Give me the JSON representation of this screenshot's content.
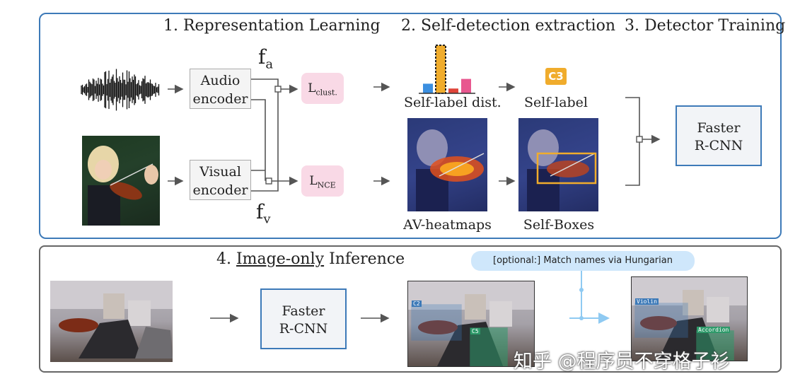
{
  "headings": {
    "step1": "1. Representation Learning",
    "step2": "2. Self-detection extraction",
    "step3": "3. Detector Training",
    "step4_prefix": "4. ",
    "step4_underlined": "Image-only",
    "step4_suffix": " Inference"
  },
  "features": {
    "fa_main": "f",
    "fa_sub": "a",
    "fv_main": "f",
    "fv_sub": "v"
  },
  "encoders": {
    "audio_line1": "Audio",
    "audio_line2": "encoder",
    "visual_line1": "Visual",
    "visual_line2": "encoder"
  },
  "losses": {
    "clust_main": "L",
    "clust_sub": "clust.",
    "nce_main": "L",
    "nce_sub": "NCE"
  },
  "labels": {
    "self_label_dist": "Self-label dist.",
    "self_label": "Self-label",
    "av_heatmaps": "AV-heatmaps",
    "self_boxes": "Self-Boxes",
    "c3_badge": "C3"
  },
  "detector": {
    "line1": "Faster",
    "line2": "R-CNN"
  },
  "inference": {
    "optional_note": "[optional:] Match names via Hungarian",
    "box_c2": "C2",
    "box_c5": "C5",
    "box_violin": "Violin",
    "box_accordion": "Accordion"
  },
  "histogram": {
    "values": [
      0.2,
      1.0,
      0.1,
      0.3
    ],
    "colors": [
      "#3b8fe0",
      "#f0ac2c",
      "#e0453a",
      "#e8578f"
    ],
    "highlight_index": 1
  },
  "colors": {
    "accent_blue": "#3d7ab8",
    "loss_pink": "#f9d9e6",
    "c3_orange": "#f0ac2c",
    "box_green": "#2e9a6a",
    "box_blue": "#3d7ab8"
  },
  "watermark": "知乎 @程序员不穿格子衫"
}
